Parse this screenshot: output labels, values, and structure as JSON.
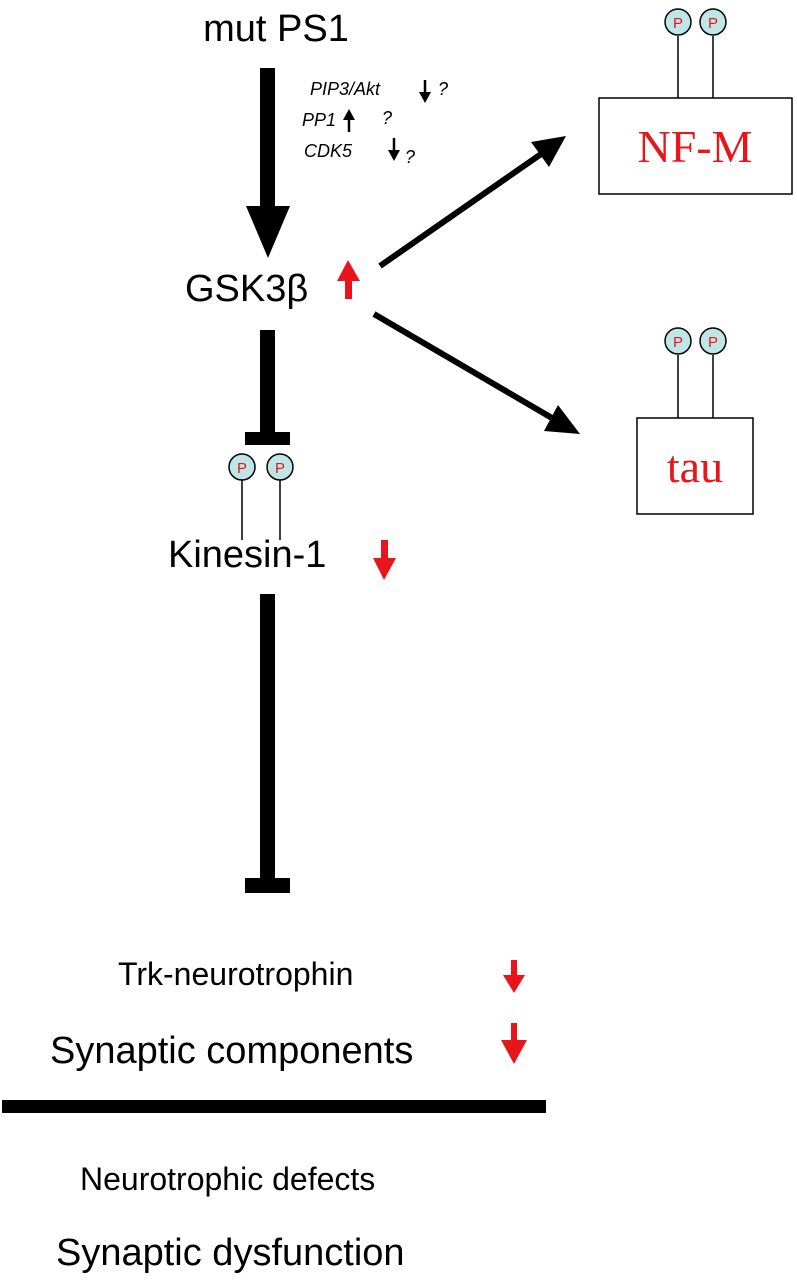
{
  "nodes": {
    "mut_ps1": "mut PS1",
    "gsk3b": "GSK3β",
    "kinesin": "Kinesin-1",
    "trk": "Trk-neurotrophin",
    "synaptic_components": "Synaptic components",
    "nf_m": "NF-M",
    "tau": "tau"
  },
  "annotations": {
    "pip3_akt": "PIP3/Akt",
    "pp1": "PP1",
    "cdk5": "CDK5",
    "question": "?"
  },
  "phospho_label": "P",
  "outcomes": {
    "neurotrophic": "Neurotrophic defects",
    "synaptic": "Synaptic dysfunction"
  },
  "colors": {
    "line": "#000000",
    "up_down_arrow": "#e8161b",
    "protein_text": "#e8161b",
    "phospho_fill": "#bfe6e6"
  }
}
